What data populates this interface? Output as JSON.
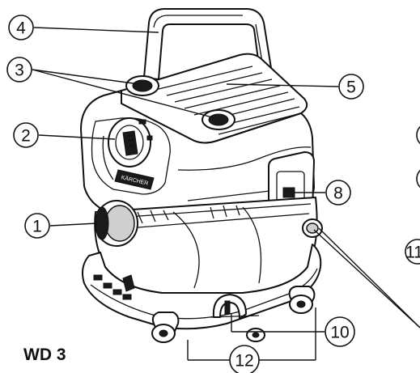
{
  "model_label": "WD 3",
  "brand_plate": "KÄRCHER",
  "callouts": [
    {
      "id": "c1",
      "label": "1"
    },
    {
      "id": "c2",
      "label": "2"
    },
    {
      "id": "c3",
      "label": "3"
    },
    {
      "id": "c4",
      "label": "4"
    },
    {
      "id": "c5",
      "label": "5"
    },
    {
      "id": "c8",
      "label": "8"
    },
    {
      "id": "c10",
      "label": "10"
    },
    {
      "id": "c11",
      "label": "11"
    },
    {
      "id": "c12",
      "label": "12"
    }
  ]
}
